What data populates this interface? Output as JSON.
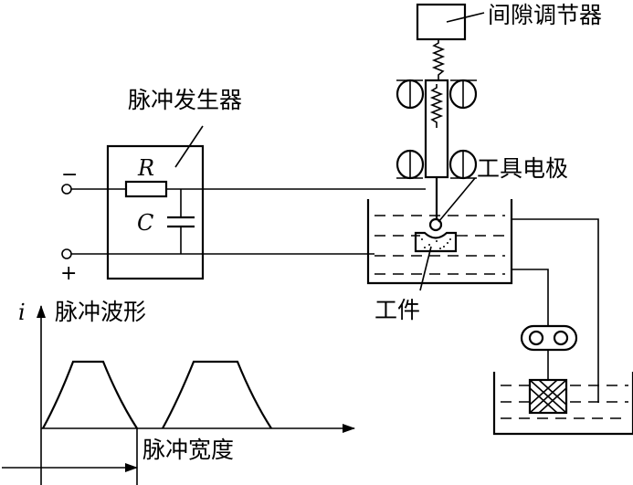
{
  "labels": {
    "gap_regulator": "间隙调节器",
    "pulse_generator": "脉冲发生器",
    "tool_electrode": "工具电极",
    "workpiece": "工件",
    "pulse_waveform": "脉冲波形",
    "pulse_width": "脉冲宽度",
    "resistor": "R",
    "capacitor": "C",
    "minus": "−",
    "plus": "+",
    "current_axis": "i"
  }
}
